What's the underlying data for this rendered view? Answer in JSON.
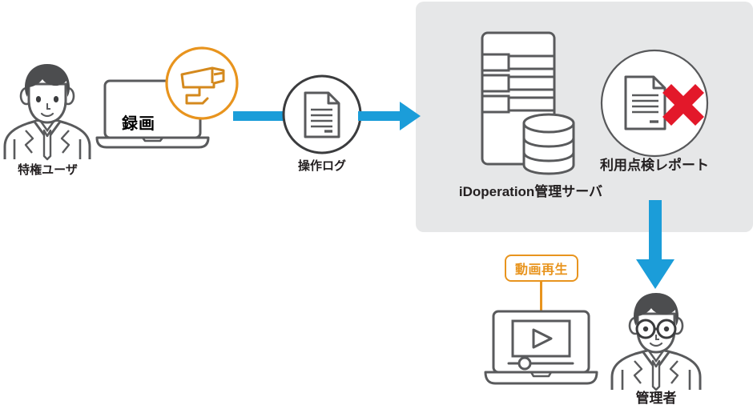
{
  "diagram": {
    "title": "iDoperation recording and audit flow",
    "colors": {
      "blue_arrow": "#1b9dd9",
      "orange": "#e8941e",
      "red_x": "#e3182a",
      "outline": "#595a5c",
      "hair": "#4c4d4f",
      "panel_bg": "#e6e7e8",
      "text": "#231f20"
    }
  },
  "nodes": {
    "privileged_user": {
      "label": "特権ユーザ",
      "icon": "person-icon"
    },
    "laptop_record": {
      "screen_text": "録画",
      "icon": "laptop-icon",
      "badge_icon": "security-camera-icon"
    },
    "operation_log": {
      "label": "操作ログ",
      "icon": "document-icon"
    },
    "management_server": {
      "label": "iDoperation管理サーバ",
      "icon": "server-rack-icon",
      "secondary_icon": "database-icon"
    },
    "audit_report": {
      "label": "利用点検レポート",
      "icon": "document-icon",
      "status_icon": "red-x-icon"
    },
    "video_player": {
      "callout_label": "動画再生",
      "icon": "laptop-video-player-icon",
      "play_icon": "play-triangle-icon"
    },
    "administrator": {
      "label": "管理者",
      "icon": "person-with-glasses-icon"
    }
  },
  "arrows": {
    "log_flow_in": "arrow-right-icon",
    "log_flow_out": "arrow-right-icon",
    "report_flow_down": "arrow-down-icon",
    "callout_connector": "connector-line"
  }
}
